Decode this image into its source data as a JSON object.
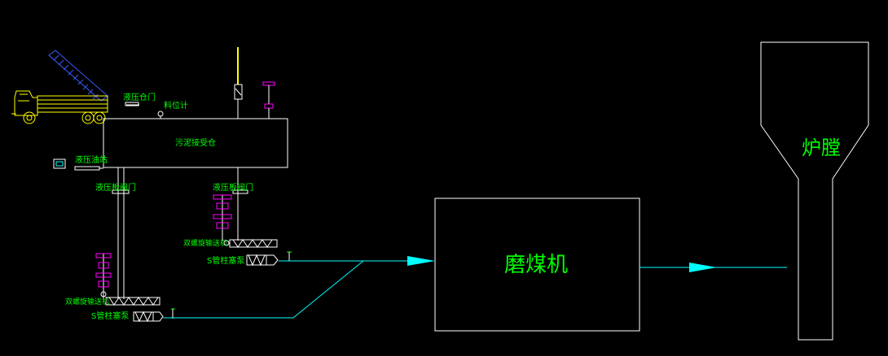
{
  "labels": {
    "truck_gate": "液压仓门",
    "feed_port": "料位计",
    "silo": "污泥接受仓",
    "hydraulic_station": "液压油站",
    "left_valve": "液压板阀门",
    "right_valve": "液压板阀门",
    "right_screw": "双螺旋输送机",
    "right_pump": "S管柱塞泵",
    "left_screw": "双螺旋输送机",
    "left_pump": "S管柱塞泵",
    "mill": "磨煤机",
    "furnace": "炉膛"
  },
  "colors": {
    "background": "#000000",
    "outline": "#ffffff",
    "text": "#00ff00",
    "pipe": "#00ffff",
    "truck": "#ffff00",
    "truck_bed": "#3b5bff",
    "actuator": "#ff00ff"
  }
}
